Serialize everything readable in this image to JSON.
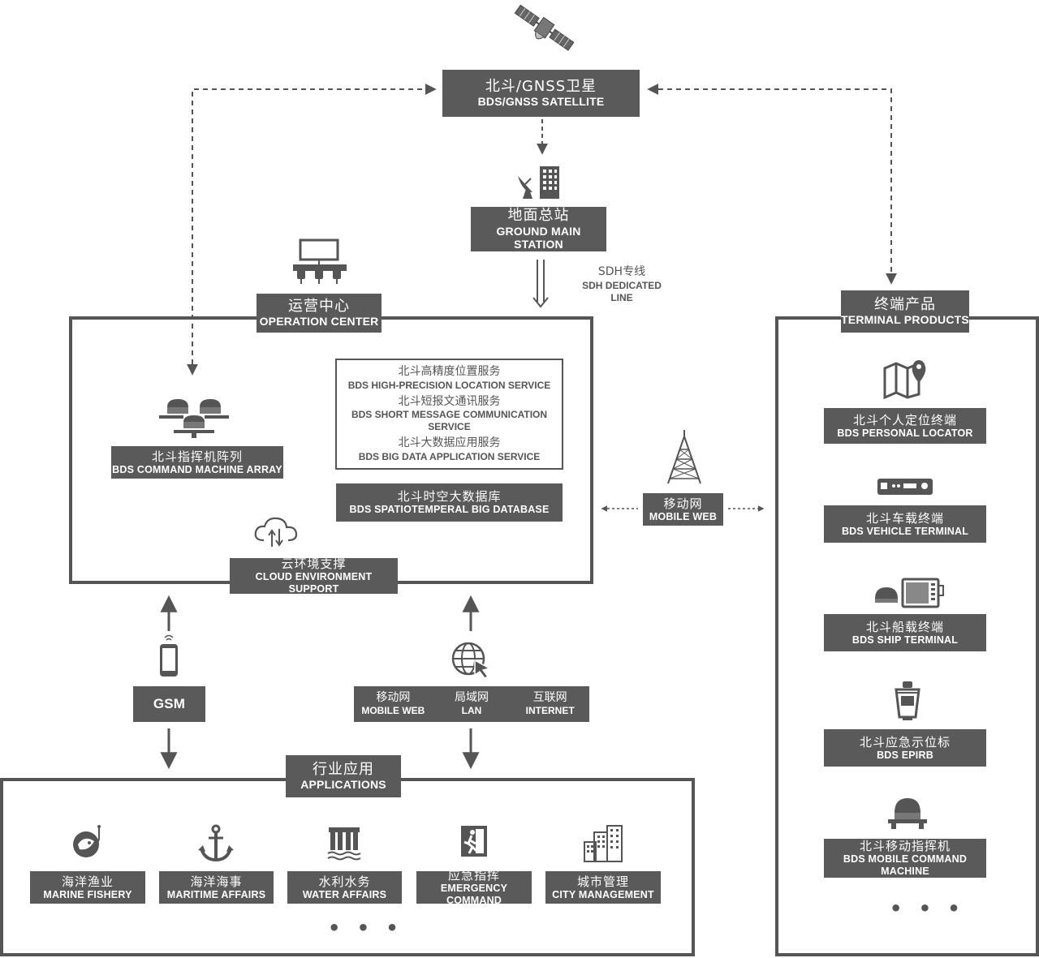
{
  "satellite": {
    "cn": "北斗/GNSS卫星",
    "en": "BDS/GNSS SATELLITE",
    "icon": "satellite-icon"
  },
  "ground_station": {
    "cn": "地面总站",
    "en": "GROUND MAIN STATION",
    "icon": "ground-station-icon"
  },
  "sdh_line": {
    "cn": "SDH专线",
    "en": "SDH DEDICATED LINE"
  },
  "operation_center": {
    "cn": "运营中心",
    "en": "OPERATION CENTER",
    "icon": "operation-room-icon",
    "command_array": {
      "cn": "北斗指挥机阵列",
      "en": "BDS COMMAND MACHINE ARRAY",
      "icon": "command-machine-array-icon"
    },
    "services": [
      {
        "cn": "北斗高精度位置服务",
        "en": "BDS HIGH-PRECISION LOCATION SERVICE"
      },
      {
        "cn": "北斗短报文通讯服务",
        "en": "BDS SHORT MESSAGE COMMUNICATION SERVICE"
      },
      {
        "cn": "北斗大数据应用服务",
        "en": "BDS BIG DATA APPLICATION SERVICE"
      }
    ],
    "database": {
      "cn": "北斗时空大数据库",
      "en": "BDS SPATIOTEMPERAL BIG DATABASE"
    },
    "cloud": {
      "cn": "云环境支撑",
      "en": "CLOUD ENVIRONMENT SUPPORT",
      "icon": "cloud-icon"
    }
  },
  "mobile_web_link": {
    "cn": "移动网",
    "en": "MOBILE WEB",
    "icon": "cell-tower-icon"
  },
  "gsm": {
    "en": "GSM",
    "icon": "smartphone-icon"
  },
  "networks": [
    {
      "cn": "移动网",
      "en": "MOBILE WEB"
    },
    {
      "cn": "局域网",
      "en": "LAN"
    },
    {
      "cn": "互联网",
      "en": "INTERNET"
    }
  ],
  "applications": {
    "cn": "行业应用",
    "en": "APPLICATIONS",
    "items": [
      {
        "cn": "海洋渔业",
        "en": "MARINE FISHERY",
        "icon": "fish-hook-icon"
      },
      {
        "cn": "海洋海事",
        "en": "MARITIME AFFAIRS",
        "icon": "anchor-icon"
      },
      {
        "cn": "水利水务",
        "en": "WATER AFFAIRS",
        "icon": "dam-icon"
      },
      {
        "cn": "应急指挥",
        "en": "EMERGENCY COMMAND",
        "icon": "emergency-exit-icon"
      },
      {
        "cn": "城市管理",
        "en": "CITY MANAGEMENT",
        "icon": "city-buildings-icon"
      }
    ],
    "more": "• • •"
  },
  "terminal_products": {
    "cn": "终端产品",
    "en": "TERMINAL PRODUCTS",
    "items": [
      {
        "cn": "北斗个人定位终端",
        "en": "BDS PERSONAL LOCATOR",
        "icon": "map-pin-icon"
      },
      {
        "cn": "北斗车载终端",
        "en": "BDS VEHICLE TERMINAL",
        "icon": "vehicle-terminal-icon"
      },
      {
        "cn": "北斗船载终端",
        "en": "BDS SHIP TERMINAL",
        "icon": "ship-terminal-icon"
      },
      {
        "cn": "北斗应急示位标",
        "en": "BDS EPIRB",
        "icon": "epirb-icon"
      },
      {
        "cn": "北斗移动指挥机",
        "en": "BDS MOBILE COMMAND MACHINE",
        "icon": "mobile-command-icon"
      }
    ],
    "more": "• • •"
  },
  "colors": {
    "dark": "#5a5a5a",
    "stroke": "#555555",
    "background": "#ffffff"
  }
}
